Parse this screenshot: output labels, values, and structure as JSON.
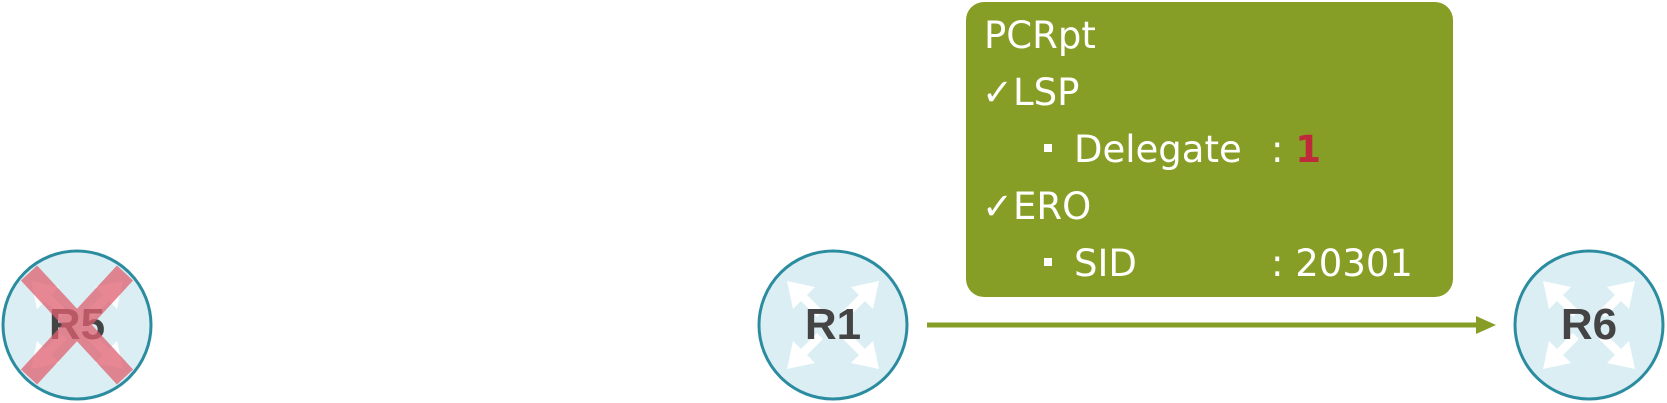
{
  "routers": [
    {
      "label": "R5",
      "failed": true
    },
    {
      "label": "R1",
      "failed": false
    },
    {
      "label": "R6",
      "failed": false
    }
  ],
  "message": {
    "title": "PCRpt",
    "objects": [
      {
        "check": "✓",
        "name": "LSP",
        "fields": [
          {
            "name": "Delegate",
            "separator": ":",
            "value": "1",
            "highlight": true
          }
        ]
      },
      {
        "check": "✓",
        "name": "ERO",
        "fields": [
          {
            "name": "SID",
            "separator": ":",
            "value": "20301",
            "highlight": false
          }
        ]
      }
    ]
  },
  "colors": {
    "router_fill": "#daeef3",
    "router_stroke": "#2b8ca0",
    "message_box": "#879e26",
    "arrow": "#879e26",
    "failure_x": "#e06070",
    "highlight_value": "#c0283b"
  }
}
